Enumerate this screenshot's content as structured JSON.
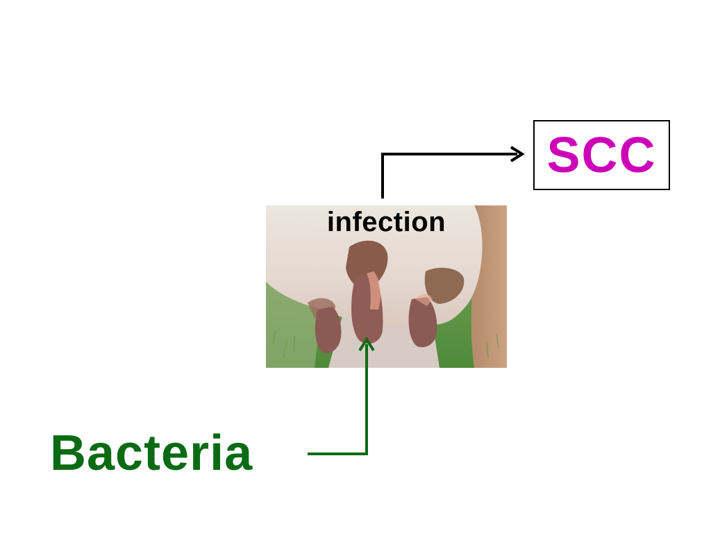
{
  "labels": {
    "infection": "infection",
    "scc": "SCC",
    "bacteria": "Bacteria"
  },
  "colors": {
    "scc": "#cc00b8",
    "bacteria": "#0a6b14",
    "infection_arrow": "#000000",
    "bacteria_arrow": "#0a6b14"
  },
  "image": {
    "subject": "cow-udder-photo"
  }
}
